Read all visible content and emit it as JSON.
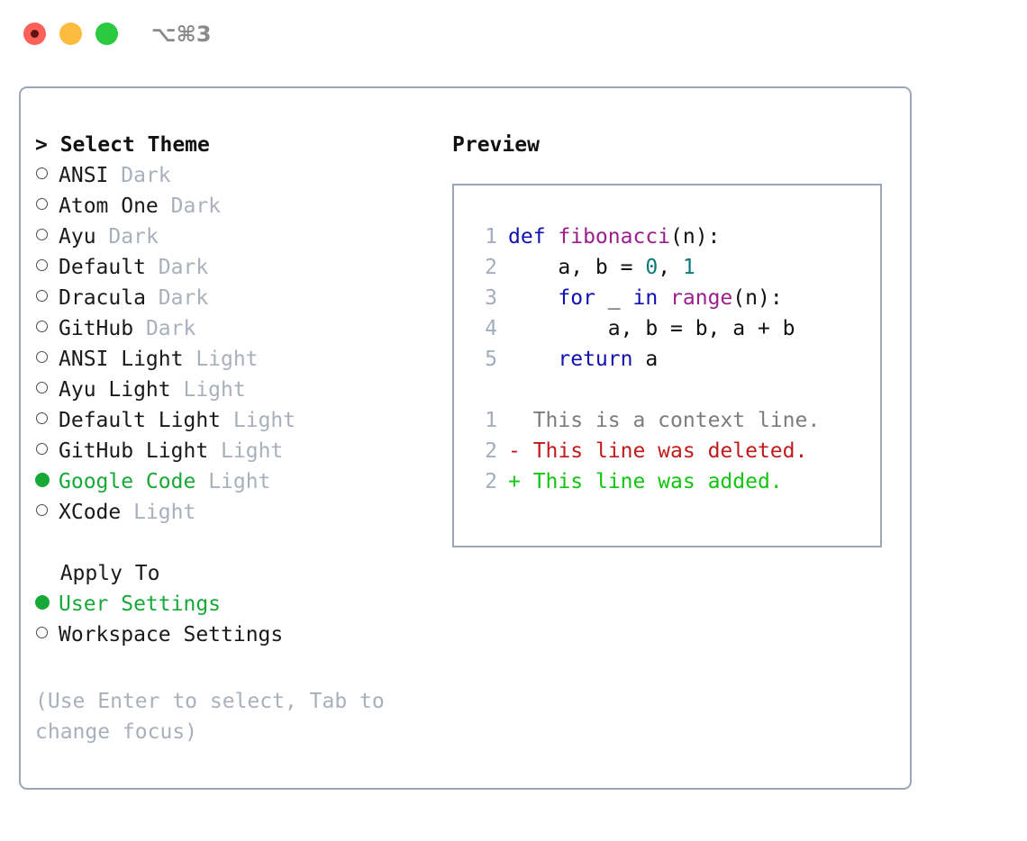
{
  "titlebar": {
    "shortcut": "⌥⌘3",
    "buttons": {
      "close": "close",
      "minimize": "minimize",
      "maximize": "maximize"
    }
  },
  "left_panel": {
    "heading": "> Select Theme",
    "themes": [
      {
        "marker": "o",
        "name": "ANSI",
        "badge": "Dark",
        "selected": false
      },
      {
        "marker": "o",
        "name": "Atom One",
        "badge": "Dark",
        "selected": false
      },
      {
        "marker": "o",
        "name": "Ayu",
        "badge": "Dark",
        "selected": false
      },
      {
        "marker": "o",
        "name": "Default",
        "badge": "Dark",
        "selected": false
      },
      {
        "marker": "o",
        "name": "Dracula",
        "badge": "Dark",
        "selected": false
      },
      {
        "marker": "o",
        "name": "GitHub",
        "badge": "Dark",
        "selected": false
      },
      {
        "marker": "o",
        "name": "ANSI Light",
        "badge": "Light",
        "selected": false
      },
      {
        "marker": "o",
        "name": "Ayu Light",
        "badge": "Light",
        "selected": false
      },
      {
        "marker": "o",
        "name": "Default Light",
        "badge": "Light",
        "selected": false
      },
      {
        "marker": "o",
        "name": "GitHub Light",
        "badge": "Light",
        "selected": false
      },
      {
        "marker": "●",
        "name": "Google Code",
        "badge": "Light",
        "selected": true
      },
      {
        "marker": "o",
        "name": "XCode",
        "badge": "Light",
        "selected": false
      }
    ],
    "apply_to_heading": "  Apply To",
    "apply_to_options": [
      {
        "marker": "●",
        "name": "User Settings",
        "selected": true
      },
      {
        "marker": "o",
        "name": "Workspace Settings",
        "selected": false
      }
    ],
    "hint": "(Use Enter to select, Tab to change focus)"
  },
  "right_panel": {
    "title": "Preview",
    "code_lines": [
      {
        "no": "1",
        "segments": [
          {
            "text": "def ",
            "cls": "tok-kw"
          },
          {
            "text": "fibonacci",
            "cls": "tok-fn"
          },
          {
            "text": "(n):",
            "cls": "tok-def"
          }
        ]
      },
      {
        "no": "2",
        "segments": [
          {
            "text": "    a, b = ",
            "cls": "tok-def"
          },
          {
            "text": "0",
            "cls": "tok-num"
          },
          {
            "text": ", ",
            "cls": "tok-def"
          },
          {
            "text": "1",
            "cls": "tok-num"
          }
        ]
      },
      {
        "no": "3",
        "segments": [
          {
            "text": "    ",
            "cls": "tok-def"
          },
          {
            "text": "for",
            "cls": "tok-kw"
          },
          {
            "text": " _ ",
            "cls": "tok-def"
          },
          {
            "text": "in",
            "cls": "tok-kw"
          },
          {
            "text": " ",
            "cls": "tok-def"
          },
          {
            "text": "range",
            "cls": "tok-fn"
          },
          {
            "text": "(n):",
            "cls": "tok-def"
          }
        ]
      },
      {
        "no": "4",
        "segments": [
          {
            "text": "        a, b = b, a + b",
            "cls": "tok-def"
          }
        ]
      },
      {
        "no": "5",
        "segments": [
          {
            "text": "    ",
            "cls": "tok-def"
          },
          {
            "text": "return",
            "cls": "tok-kw"
          },
          {
            "text": " a",
            "cls": "tok-def"
          }
        ]
      }
    ],
    "diff_lines": [
      {
        "no": "1",
        "sign": "  ",
        "text": "This is a context line.",
        "kind": "diff-ctx"
      },
      {
        "no": "2",
        "sign": "- ",
        "text": "This line was deleted.",
        "kind": "diff-del"
      },
      {
        "no": "2",
        "sign": "+ ",
        "text": "This line was added.",
        "kind": "diff-add"
      }
    ]
  },
  "colors": {
    "accent_green": "#17A838",
    "muted": "#A9B0BC",
    "border": "#9BA7B7",
    "keyword": "#1010AF",
    "function": "#9C1E8C",
    "number": "#0B7A77",
    "diff_add": "#11C411",
    "diff_del": "#C21A1A",
    "diff_ctx": "#7C7C7C"
  }
}
